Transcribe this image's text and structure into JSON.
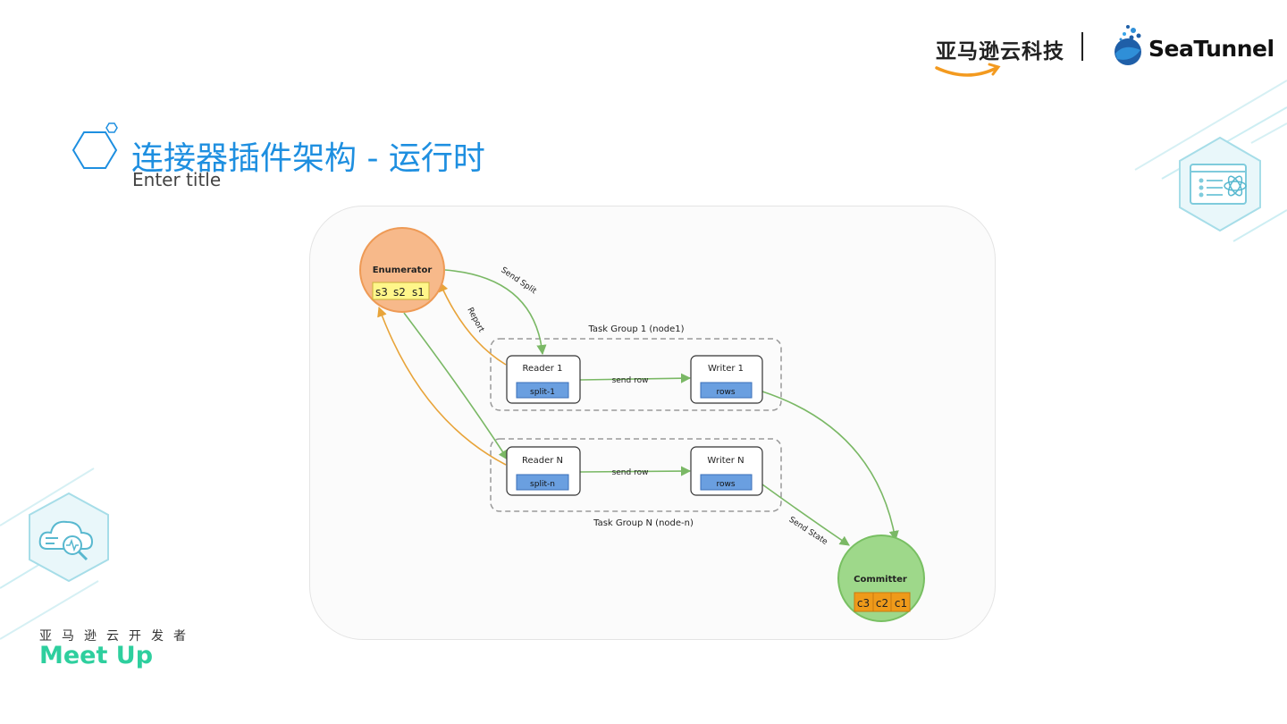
{
  "header": {
    "aws_logo_text": "亚马逊云科技",
    "seatunnel_logo_text": "SeaTunnel"
  },
  "title": {
    "main": "连接器插件架构 - 运行时",
    "subtitle": "Enter title"
  },
  "diagram": {
    "enumerator": {
      "label": "Enumerator",
      "splits": [
        "s3",
        "s2",
        "s1"
      ]
    },
    "committer": {
      "label": "Committer",
      "commits": [
        "c3",
        "c2",
        "c1"
      ]
    },
    "task_group_1": {
      "label": "Task Group 1 (node1)",
      "reader": {
        "label": "Reader 1",
        "tag": "split-1"
      },
      "writer": {
        "label": "Writer 1",
        "tag": "rows"
      },
      "edge": "send row"
    },
    "task_group_n": {
      "label": "Task Group N (node-n)",
      "reader": {
        "label": "Reader N",
        "tag": "split-n"
      },
      "writer": {
        "label": "Writer N",
        "tag": "rows"
      },
      "edge": "send row"
    },
    "edges": {
      "send_split": "Send Split",
      "report": "Report",
      "send_state": "Send State"
    }
  },
  "footer": {
    "cn": "亚马逊云开发者",
    "en": "Meet Up"
  },
  "colors": {
    "title_blue": "#1e8fe0",
    "enumerator_orange": "#f7b98a",
    "committer_green": "#9ed88a",
    "tag_blue": "#6a9fe0",
    "meetup_green": "#2ecf9e"
  }
}
